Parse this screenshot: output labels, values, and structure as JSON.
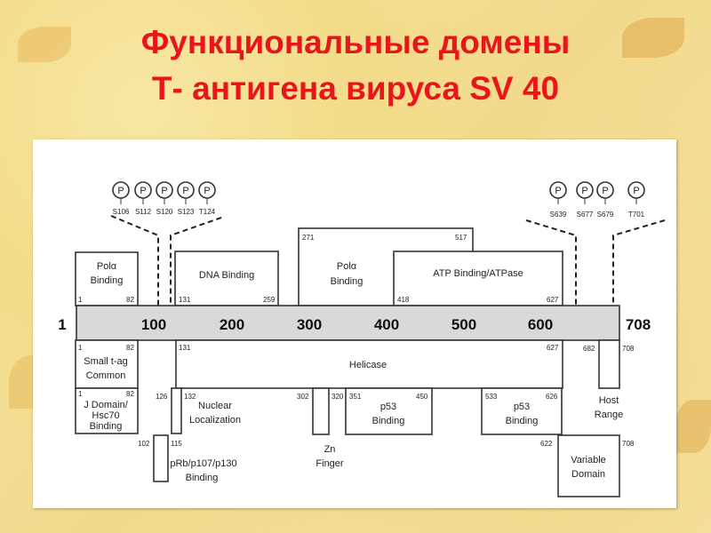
{
  "title": {
    "line1": "Функциональные домены",
    "line2": "Т- антигена вируса SV 40"
  },
  "axis": {
    "start": "1",
    "end": "708",
    "ticks": [
      "100",
      "200",
      "300",
      "400",
      "500",
      "600"
    ]
  },
  "phospho_left": {
    "symbol": "P",
    "sites": [
      "S106",
      "S112",
      "S120",
      "S123",
      "T124"
    ]
  },
  "phospho_right": {
    "symbol": "P",
    "sites": [
      "S639",
      "S677",
      "S679",
      "T701"
    ]
  },
  "domains": {
    "pol_binding_1": {
      "label1": "Polα",
      "label2": "Binding",
      "start": "1",
      "end": "82"
    },
    "dna_binding": {
      "label": "DNA Binding",
      "start": "131",
      "end": "259"
    },
    "pol_binding_2": {
      "label1": "Polα",
      "label2": "Binding",
      "start": "271",
      "end": "517"
    },
    "atp_binding": {
      "label": "ATP Binding/ATPase",
      "start": "418",
      "end": "627"
    },
    "small_tag": {
      "label1": "Small t-ag",
      "label2": "Common",
      "start": "1",
      "end": "82"
    },
    "helicase": {
      "label": "Helicase",
      "start": "131",
      "end": "627"
    },
    "j_domain": {
      "label1": "J Domain/",
      "label2": "Hsc70",
      "label3": "Binding",
      "start": "1",
      "end": "82"
    },
    "nuclear": {
      "label1": "Nuclear",
      "label2": "Localization",
      "start": "126",
      "end": "132"
    },
    "prb": {
      "label1": "pRb/p107/p130",
      "label2": "Binding",
      "start": "102",
      "end": "115"
    },
    "zn": {
      "label1": "Zn",
      "label2": "Finger",
      "start": "302",
      "end": "320"
    },
    "p53_1": {
      "label1": "p53",
      "label2": "Binding",
      "start": "351",
      "end": "450"
    },
    "p53_2": {
      "label1": "p53",
      "label2": "Binding",
      "start": "533",
      "end": "626"
    },
    "host": {
      "label1": "Host",
      "label2": "Range",
      "start": "682",
      "end": "708"
    },
    "variable": {
      "label1": "Variable",
      "label2": "Domain",
      "start": "622",
      "end": "708"
    }
  }
}
